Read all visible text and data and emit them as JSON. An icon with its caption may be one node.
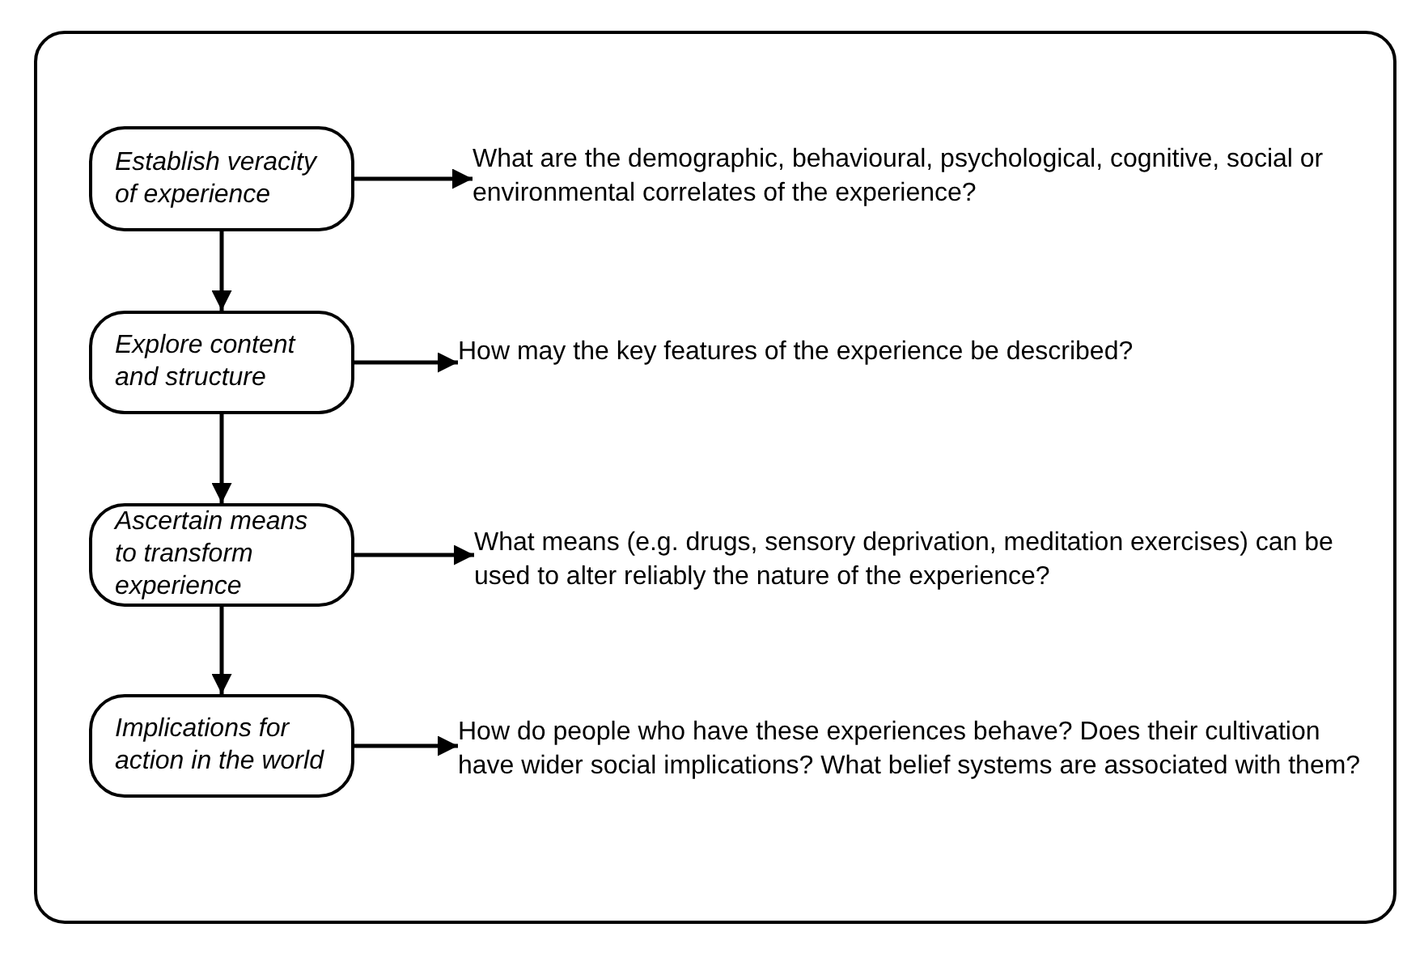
{
  "diagram": {
    "nodes": [
      {
        "text": [
          "Establish veracity of experience"
        ]
      },
      {
        "text": [
          "What are the demographic, behavioural, psychological, cognitive, social or environmental correlates of the experience?"
        ]
      },
      {
        "text": [
          "Explore content and structure"
        ]
      },
      {
        "text": [
          "How may the key features of the experience be described?"
        ]
      },
      {
        "text": [
          "Ascertain means to transform experience"
        ]
      },
      {
        "text": [
          "What means (e.g. drugs, sensory deprivation, meditation exercises) can be used to alter reliably the nature of the experience?"
        ]
      },
      {
        "text": [
          "Implications for action in the world"
        ]
      },
      {
        "text": [
          "How do people who have these experiences behave? Does their cultivation have wider social implications? What belief systems are associated with them?"
        ]
      }
    ],
    "edges": [
      {
        "from": 0,
        "to": 1,
        "arrow": "to"
      },
      {
        "from": 0,
        "to": 2,
        "arrow": "to"
      },
      {
        "from": 2,
        "to": 3,
        "arrow": "to"
      },
      {
        "from": 2,
        "to": 4,
        "arrow": "to"
      },
      {
        "from": 4,
        "to": 5,
        "arrow": "to"
      },
      {
        "from": 4,
        "to": 6,
        "arrow": "to"
      },
      {
        "from": 6,
        "to": 7,
        "arrow": "to"
      }
    ]
  }
}
